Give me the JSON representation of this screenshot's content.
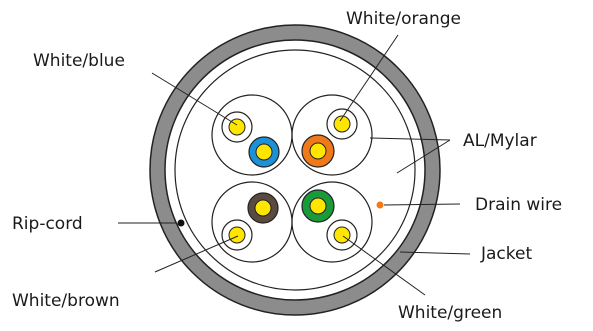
{
  "colors": {
    "jacket": "#8c8c8c",
    "outline": "#222222",
    "yellow_core": "#ffe600",
    "blue": "#1e90d6",
    "orange": "#f07a1a",
    "brown": "#5a4a40",
    "green": "#1a9a3a",
    "drain_wire": "#f07a1a",
    "ripcord": "#111111"
  },
  "labels": {
    "white_orange": "White/orange",
    "white_blue": "White/blue",
    "al_mylar": "AL/Mylar",
    "drain_wire": "Drain wire",
    "rip_cord": "Rip-cord",
    "jacket": "Jacket",
    "white_brown": "White/brown",
    "white_green": "White/green"
  }
}
